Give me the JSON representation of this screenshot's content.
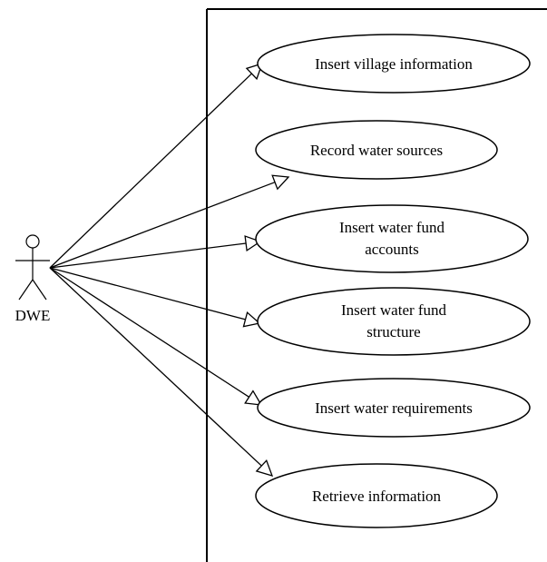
{
  "actor": {
    "label": "DWE"
  },
  "use_cases": [
    {
      "lines": [
        "Insert village information"
      ]
    },
    {
      "lines": [
        "Record water sources"
      ]
    },
    {
      "lines": [
        "Insert water fund",
        "accounts"
      ]
    },
    {
      "lines": [
        "Insert water fund",
        "structure"
      ]
    },
    {
      "lines": [
        "Insert water requirements"
      ]
    },
    {
      "lines": [
        "Retrieve information"
      ]
    }
  ],
  "colors": {
    "stroke": "#000000",
    "background": "#ffffff"
  }
}
